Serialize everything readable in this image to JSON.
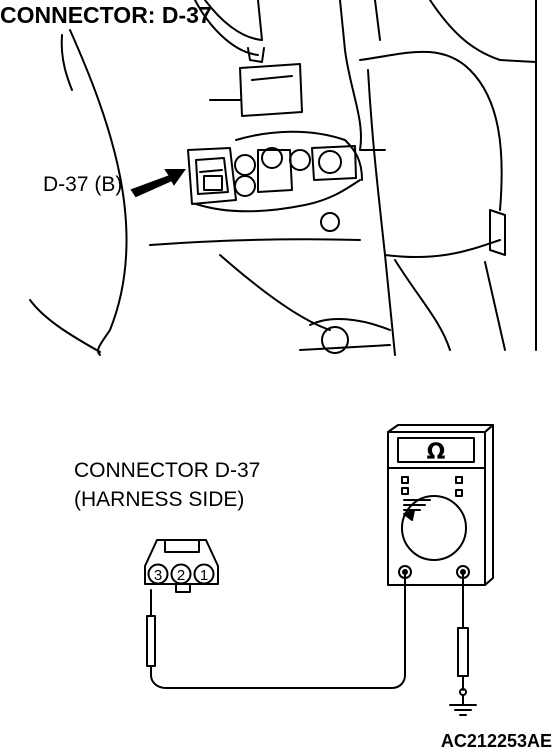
{
  "title": "CONNECTOR: D-37",
  "callout": "D-37 (B)",
  "connector_label": {
    "line1": "CONNECTOR D-37",
    "line2": "(HARNESS SIDE)"
  },
  "connector_pins": [
    "3",
    "2",
    "1"
  ],
  "meter_symbol": "Ω",
  "figure_id": "AC212253AE",
  "icons": [
    "arrow-icon",
    "ohmmeter-icon",
    "ground-icon"
  ]
}
